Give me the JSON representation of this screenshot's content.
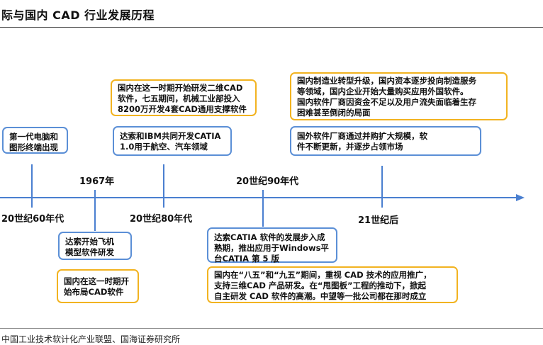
{
  "title": "际与国内 CAD 行业发展历程",
  "source": "中国工业技术软计化产业联盟、国海证券研究所",
  "colors": {
    "axis": "#4a7fd0",
    "blue_box": "#5b8fd6",
    "gold_box": "#f2b320"
  },
  "eras": {
    "e60": "20世纪60年代",
    "e1967": "1967年",
    "e80": "20世纪80年代",
    "e90": "20世纪90年代",
    "e21": "21世纪后"
  },
  "boxes": {
    "first_gen": "第一代电脑和\n图形终端出现",
    "dassault_aircraft": "达索开始飞机\n模型软件研发",
    "domestic_cad_layout": "国内在这一时期开\n始布局CAD软件",
    "domestic_2d_cad": "国内在这一时期开始研发二维CAD\n软件，七五期间，机械工业部投入\n8200万开发4套CAD通用支撑软件",
    "dassault_ibm_catia": "达索和IBM共同开发CATIA\n1.0用于航空、汽车领域",
    "dassault_catia_mature": "达索CATIA 软件的发展步入成\n熟期，推出应用于Windows平\n台CATIA 第 5 版",
    "domestic_89": "国内在“八五”和“九五”期间，重视 CAD 技术的应用推广，\n支持三维CAD 产品研发。在“甩图板”工程的推动下，掀起\n自主研发 CAD 软件的高潮。中望等一批公司都在那时成立",
    "domestic_transform": "国内制造业转型升级，国内资本逐步投向制造服务\n等领域，国内企业开始大量购买应用外国软件。\n国内软件厂商因资金不足以及用户流失面临着生存\n困难甚至倒闭的局面",
    "foreign_vendors": "国外软件厂商通过并购扩大规模，软\n件不断更新，并逐步占领市场"
  }
}
